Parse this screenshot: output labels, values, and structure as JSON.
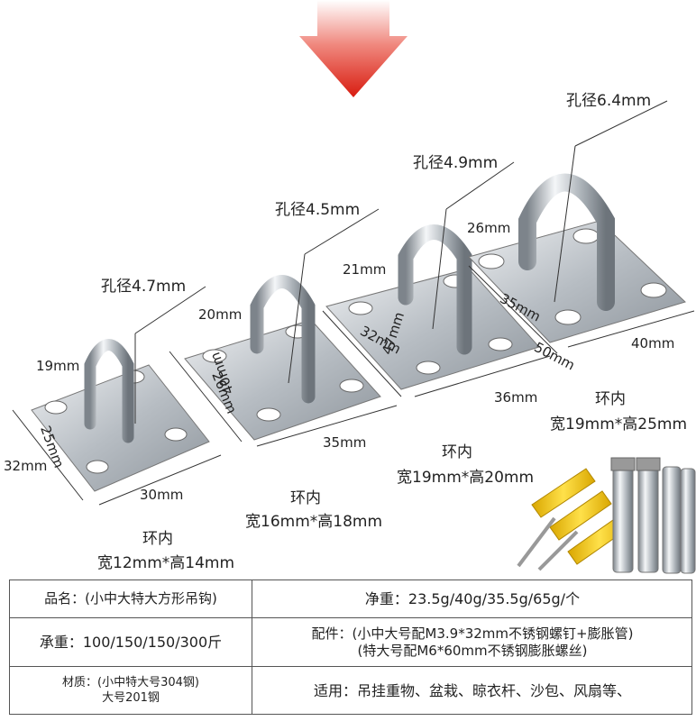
{
  "hooks": [
    {
      "hole": "孔径4.7mm",
      "ring": "19mm",
      "plate_h": "32mm",
      "plate_w": "30mm",
      "hole_gap": "25mm",
      "inner_title": "环内",
      "inner_size": "宽12mm*高14mm"
    },
    {
      "hole": "孔径4.5mm",
      "ring": "20mm",
      "plate_h": "40mm",
      "plate_w": "35mm",
      "hole_gap": "26mm",
      "inner_title": "环内",
      "inner_size": "宽16mm*高18mm"
    },
    {
      "hole": "孔径4.9mm",
      "ring": "21mm",
      "plate_h": "47mm",
      "plate_w": "36mm",
      "hole_gap": "32mm",
      "inner_title": "环内",
      "inner_size": "宽19mm*高20mm"
    },
    {
      "hole": "孔径6.4mm",
      "ring": "26mm",
      "plate_h": "50mm",
      "plate_w": "40mm",
      "hole_gap": "35mm",
      "inner_title": "环内",
      "inner_size": "宽19mm*高25mm"
    }
  ],
  "spec": {
    "name": "品名：(小中大特大方形吊钩)",
    "weight": "净重：23.5g/40g/35.5g/65g/个",
    "load": "承重：100/150/150/300斤",
    "parts_1": "配件：(小中大号配M3.9*32mm不锈钢螺钉+膨胀管)",
    "parts_2": "(特大号配M6*60mm不锈钢膨胀螺丝)",
    "material_1": "材质：(小中特大号304钢)",
    "material_2": "大号201钢",
    "usage": "适用：吊挂重物、盆栽、晾衣杆、沙包、风扇等、"
  },
  "colors": {
    "arrow": "#e02418",
    "plug": "#f2c400",
    "steel": "#c9ced3"
  }
}
